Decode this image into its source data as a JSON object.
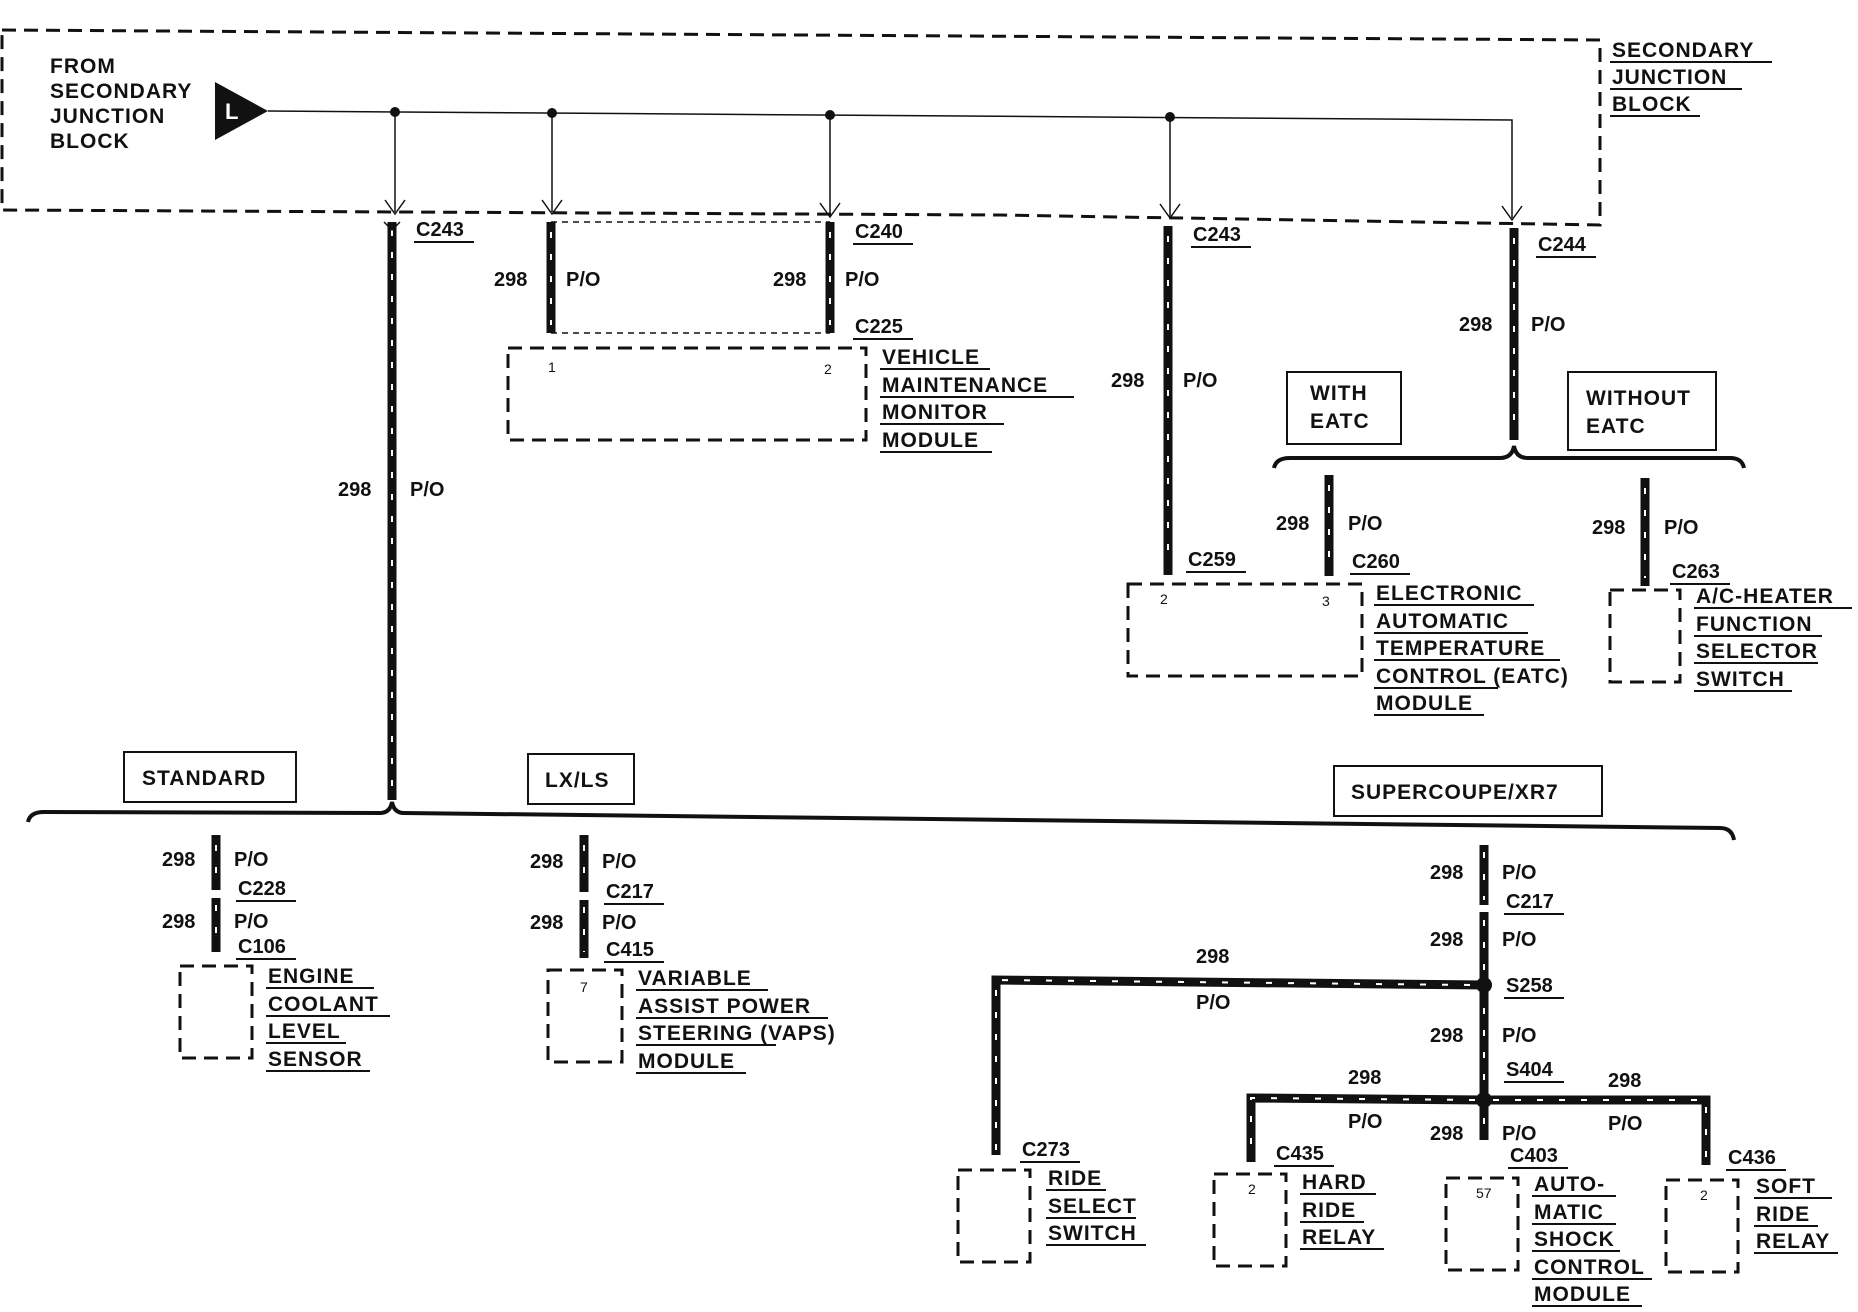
{
  "source": {
    "lines": [
      "FROM",
      "SECONDARY",
      "JUNCTION",
      "BLOCK"
    ],
    "terminal": "L"
  },
  "sjb": {
    "lines": [
      "SECONDARY",
      "JUNCTION",
      "BLOCK"
    ]
  },
  "wire": {
    "circuit": "298",
    "color": "P/O"
  },
  "connectors": {
    "c243_left": "C243",
    "c240": "C240",
    "c225": "C225",
    "c243_right": "C243",
    "c244": "C244",
    "c259": "C259",
    "c260": "C260",
    "c263": "C263",
    "c228": "C228",
    "c106": "C106",
    "c217_lx": "C217",
    "c415": "C415",
    "c217_sc": "C217",
    "s258": "S258",
    "s404": "S404",
    "c273": "C273",
    "c435": "C435",
    "c403": "C403",
    "c436": "C436"
  },
  "options": {
    "with_eatc": [
      "WITH",
      "EATC"
    ],
    "without_eatc": [
      "WITHOUT",
      "EATC"
    ],
    "standard": "STANDARD",
    "lxls": "LX/LS",
    "supercoupe": "SUPERCOUPE/XR7"
  },
  "components": {
    "vmm": [
      "VEHICLE",
      "MAINTENANCE",
      "MONITOR",
      "MODULE"
    ],
    "eatc": [
      "ELECTRONIC",
      "AUTOMATIC",
      "TEMPERATURE",
      "CONTROL (EATC)",
      "MODULE"
    ],
    "ach": [
      "A/C-HEATER",
      "FUNCTION",
      "SELECTOR",
      "SWITCH"
    ],
    "ecl": [
      "ENGINE",
      "COOLANT",
      "LEVEL",
      "SENSOR"
    ],
    "vaps": [
      "VARIABLE",
      "ASSIST POWER",
      "STEERING (VAPS)",
      "MODULE"
    ],
    "ride": [
      "RIDE",
      "SELECT",
      "SWITCH"
    ],
    "hard": [
      "HARD",
      "RIDE",
      "RELAY"
    ],
    "asc": [
      "AUTO-",
      "MATIC",
      "SHOCK",
      "CONTROL",
      "MODULE"
    ],
    "soft": [
      "SOFT",
      "RIDE",
      "RELAY"
    ]
  },
  "pins": {
    "vmm_1": "1",
    "vmm_2": "2",
    "eatc_2": "2",
    "eatc_3": "3",
    "vaps_7": "7",
    "hard_2": "2",
    "asc_57": "57",
    "soft_2": "2"
  }
}
